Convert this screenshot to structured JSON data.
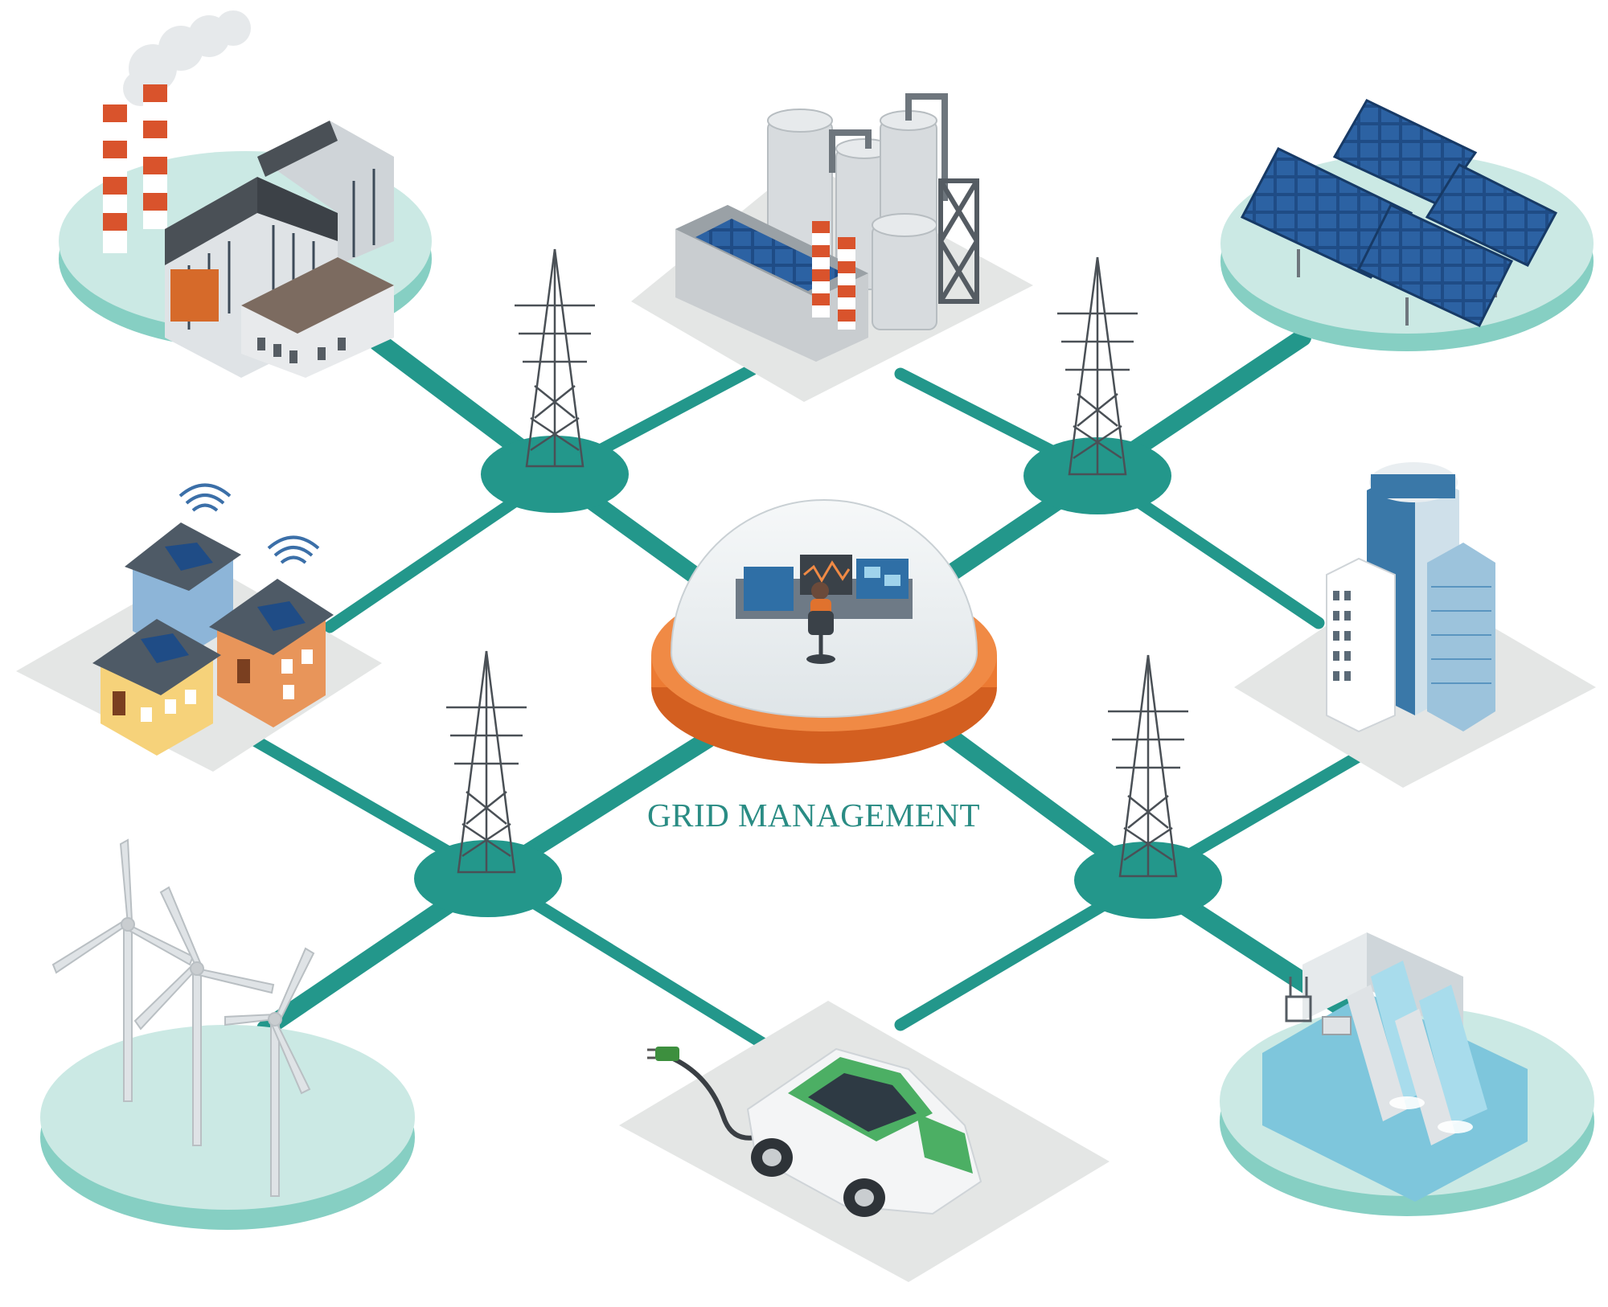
{
  "caption": "GRID MANAGEMENT",
  "colors": {
    "grid_line": "#23978b",
    "disc_top": "#cbe9e4",
    "disc_side": "#86cfc3",
    "tile": "#e4e6e5",
    "accent_orange": "#ec7a32",
    "solar_blue": "#1f4c86",
    "car_green": "#4caf64"
  },
  "nodes": [
    {
      "name": "coal-power-plant",
      "icon": "factory-icon"
    },
    {
      "name": "industrial-plant",
      "icon": "refinery-icon"
    },
    {
      "name": "solar-farm",
      "icon": "solar-panel-icon"
    },
    {
      "name": "smart-homes",
      "icon": "house-icon"
    },
    {
      "name": "office-buildings",
      "icon": "skyscraper-icon"
    },
    {
      "name": "wind-farm",
      "icon": "wind-turbine-icon"
    },
    {
      "name": "electric-car-charging",
      "icon": "ev-car-icon"
    },
    {
      "name": "hydro-dam",
      "icon": "dam-icon"
    },
    {
      "name": "control-center",
      "icon": "control-room-icon"
    }
  ]
}
